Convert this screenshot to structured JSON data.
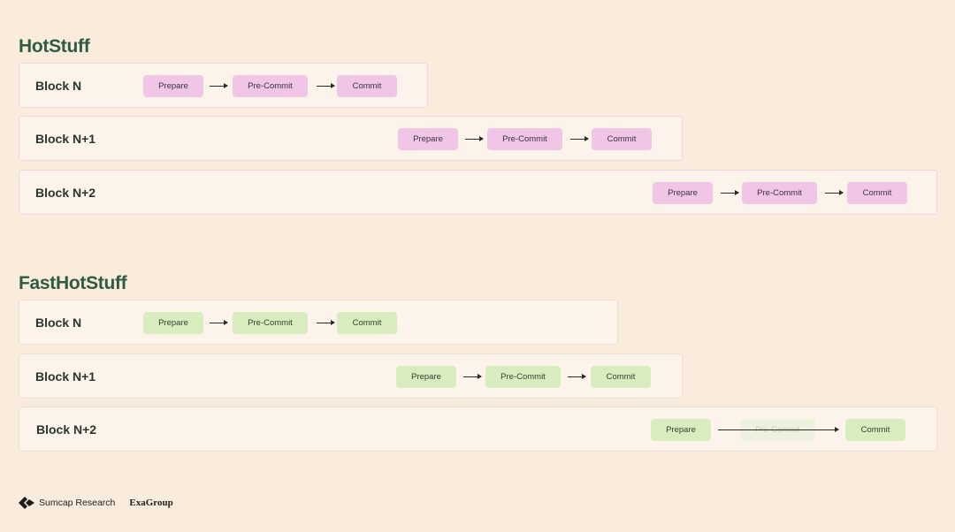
{
  "hotstuff": {
    "title": "HotStuff",
    "rows": [
      {
        "label": "Block N",
        "steps": [
          "Prepare",
          "Pre-Commit",
          "Commit"
        ]
      },
      {
        "label": "Block N+1",
        "steps": [
          "Prepare",
          "Pre-Commit",
          "Commit"
        ]
      },
      {
        "label": "Block N+2",
        "steps": [
          "Prepare",
          "Pre-Commit",
          "Commit"
        ]
      }
    ]
  },
  "fasthotstuff": {
    "title": "FastHotStuff",
    "rows": [
      {
        "label": "Block N",
        "steps": [
          "Prepare",
          "Pre-Commit",
          "Commit"
        ]
      },
      {
        "label": "Block N+1",
        "steps": [
          "Prepare",
          "Pre-Commit",
          "Commit"
        ]
      },
      {
        "label": "Block N+2",
        "steps": [
          "Prepare",
          "Pre-Commit",
          "Commit"
        ],
        "skipped_step": "Pre-Commit"
      }
    ]
  },
  "colors": {
    "hotstuff_step": "#f0c5e6",
    "fasthotstuff_step": "#d9ecc0",
    "title": "#2f5a43",
    "background": "#f9ecdd"
  },
  "footer": {
    "brand1": "Sumcap Research",
    "brand2": "ExaGroup",
    "brand1_icon": "sumcap-logo-icon"
  }
}
